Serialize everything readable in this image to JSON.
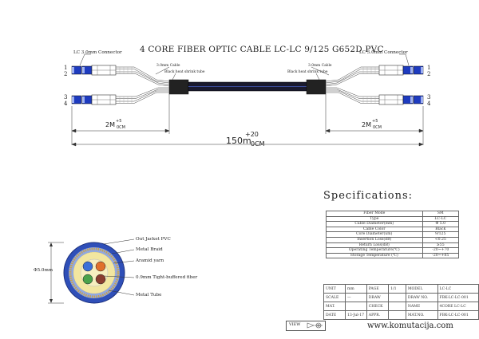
{
  "title": "4 CORE FIBER OPTIC CABLE LC-LC 9/125 G652D PVC",
  "left_connector_label": "LC 3.0mm  Connector",
  "right_connector_label": "LC 3.0mm  Connector",
  "left_cable_label": "3.0mm Cable",
  "right_cable_label": "3.0mm Cable",
  "left_tube_label": "Black heat shrink tube",
  "right_tube_label": "Black heat shrink tube",
  "port_numbers_left": [
    "1",
    "2",
    "3",
    "4"
  ],
  "port_numbers_right": [
    "1",
    "2",
    "3",
    "4"
  ],
  "dim_left": {
    "value": "2M",
    "tol_up": "+5",
    "tol_down": "0CM"
  },
  "dim_right": {
    "value": "2M",
    "tol_up": "+5",
    "tol_down": "0CM"
  },
  "dim_total": {
    "value": "150m",
    "tol_up": "+20",
    "tol_down": "0CM"
  },
  "cross_section": {
    "diameter_label": "Φ5.0mm",
    "callouts": [
      "Out Jacket PVC",
      "Metal Braid",
      "Aramid yarn",
      "0.9mm Tight-buffered fiber",
      "Metal Tube"
    ],
    "colors": {
      "jacket": "#2f4fb8",
      "fiber1": "#3a6fd8",
      "fiber2": "#e0702c",
      "fiber3": "#4aa24a",
      "fiber4": "#8a3d2f",
      "yarn": "#f2e6a0"
    }
  },
  "specs_title": "Specifications:",
  "specs": [
    [
      "Fiber Mode",
      "SM"
    ],
    [
      "Type",
      "LC-LC"
    ],
    [
      "Cable Diameter(mm)",
      "Φ 5.0"
    ],
    [
      "Cable Color",
      "Black"
    ],
    [
      "Core Diameter(um)",
      "9/125"
    ],
    [
      "Insertion Loss(dB)",
      "<0.25"
    ],
    [
      "Return Loss(dB)",
      "≥55"
    ],
    [
      "Operating Temperature(℃)",
      "-20~+70"
    ],
    [
      "Storage Temperature (℃)",
      "-20~+85"
    ]
  ],
  "title_block": [
    [
      "UNIT",
      "mm",
      "PAGE",
      "1/1",
      "MODEL",
      "LC-LC"
    ],
    [
      "SCALE",
      "—",
      "DRAW",
      "",
      "DRAW NO.",
      "FBK-LC-LC-001"
    ],
    [
      "MAT.",
      "",
      "CHECK",
      "",
      "NAME",
      "4CORE LC-LC"
    ],
    [
      "DATE",
      "13-Jul-17",
      "APPR.",
      "",
      "MAT.NO.",
      "FBK-LC-LC-001"
    ]
  ],
  "view_label": "VIEW",
  "website": "www.komutacija.com"
}
